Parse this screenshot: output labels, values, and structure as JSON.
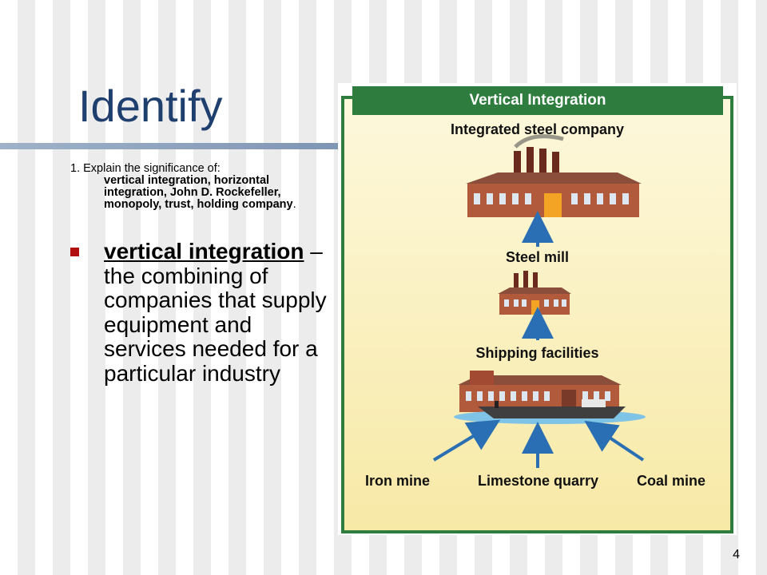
{
  "slide": {
    "title": "Identify",
    "page_number": "4"
  },
  "question": {
    "prompt": "1. Explain the significance of:",
    "terms": "vertical integration, horizontal integration, John D. Rockefeller, monopoly, trust, holding company",
    "terms_end": "."
  },
  "bullet": {
    "term": "vertical integration",
    "definition": " – the combining of companies that supply equipment and services needed for a particular industry"
  },
  "figure": {
    "heading": "Vertical Integration",
    "top_label": "Integrated steel company",
    "stage2_label": "Steel mill",
    "stage3_label": "Shipping facilities",
    "sources": [
      "Iron mine",
      "Limestone quarry",
      "Coal mine"
    ]
  },
  "colors": {
    "title": "#1f3f6e",
    "bullet": "#b01010",
    "figure_border": "#2e7d3e",
    "figure_bg": "#fbf3c6",
    "arrow": "#2a6fb3"
  }
}
